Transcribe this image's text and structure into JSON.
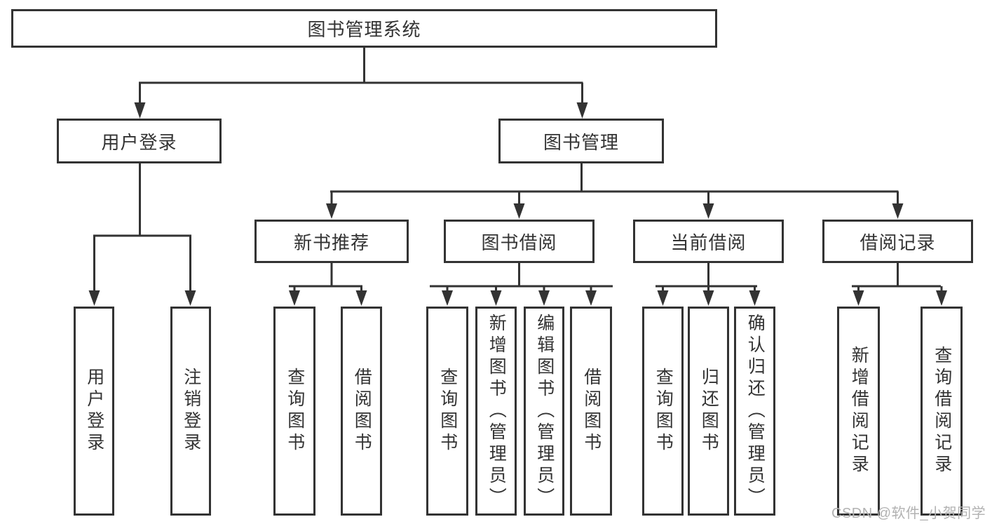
{
  "colors": {
    "line": "#333333",
    "text": "#333333",
    "box_background": "#ffffff",
    "watermark_text": "#b2b2b2"
  },
  "watermark": "CSDN @软件_小贺同学",
  "tree": {
    "root": "图书管理系统",
    "branches": [
      {
        "label": "用户登录",
        "children": [
          "用户登录",
          "注销登录"
        ]
      },
      {
        "label": "图书管理",
        "groups": [
          {
            "label": "新书推荐",
            "children": [
              "查询图书",
              "借阅图书"
            ]
          },
          {
            "label": "图书借阅",
            "children": [
              "查询图书",
              "新增图书（管理员）",
              "编辑图书（管理员）",
              "借阅图书"
            ]
          },
          {
            "label": "当前借阅",
            "children": [
              "查询图书",
              "归还图书",
              "确认归还（管理员）"
            ]
          },
          {
            "label": "借阅记录",
            "children": [
              "新增借阅记录",
              "查询借阅记录"
            ]
          }
        ]
      }
    ]
  }
}
